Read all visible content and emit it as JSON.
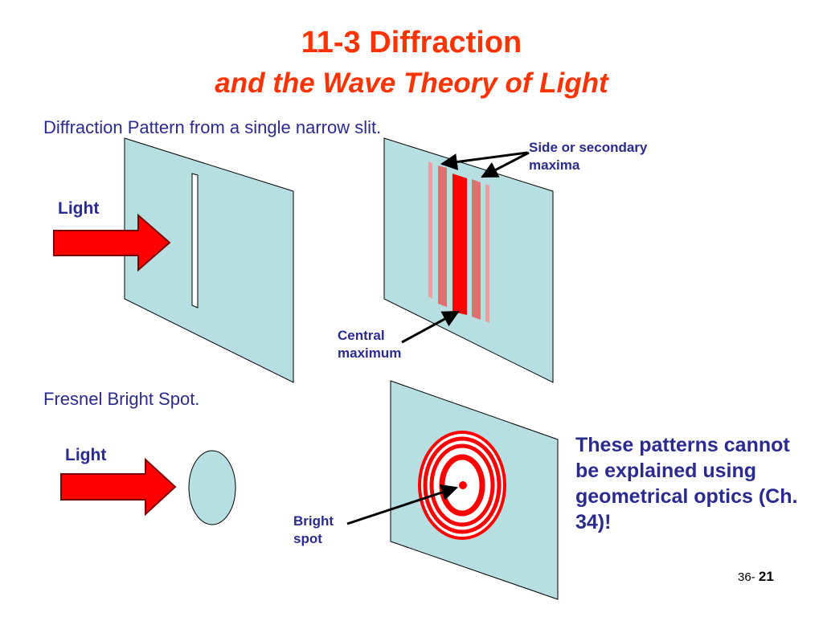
{
  "title": {
    "line1": "11-3 Diffraction",
    "line2": "and the Wave Theory of Light"
  },
  "section1": {
    "caption": "Diffraction Pattern from a single narrow slit.",
    "light_label": "Light",
    "secondary_label": "Side or secondary maxima",
    "central_label_line1": "Central",
    "central_label_line2": "maximum"
  },
  "section2": {
    "caption": "Fresnel Bright Spot.",
    "light_label": "Light",
    "bright_label_line1": "Bright",
    "bright_label_line2": "spot"
  },
  "note": "These patterns cannot be explained using geometrical optics (Ch. 34)!",
  "footer": {
    "prefix": "36-",
    "page": "21"
  },
  "colors": {
    "title": "#ff3300",
    "text": "#2b2b8f",
    "screen": "#b7dfe1",
    "fringe_bright": "#ff0000",
    "fringe_mid": "#e07070",
    "fringe_faint": "#e8a0a0"
  }
}
